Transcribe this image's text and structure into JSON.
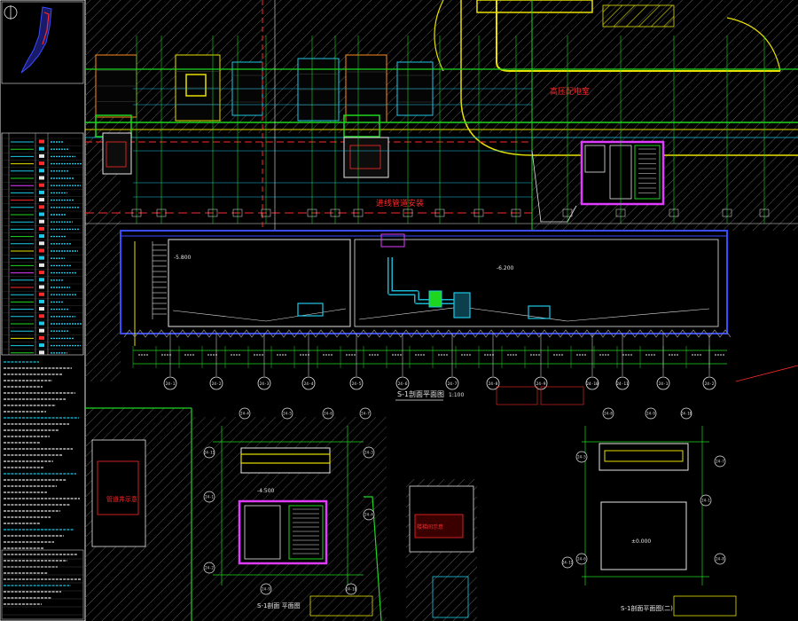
{
  "drawing": {
    "type": "architectural CAD plan",
    "background": "#000000",
    "colors": {
      "yellow": "#e8e000",
      "green": "#1fd61f",
      "cyan": "#1ec8e8",
      "magenta": "#e03cff",
      "red": "#ff2a2a",
      "white": "#e6e6e6",
      "blue": "#3a4cff",
      "orange": "#ff8c1a",
      "grey": "#8a8a8a",
      "hatch": "#6a6a6a"
    },
    "labels": {
      "plan_title_main": "S-1剖面平面图",
      "plan_title_left": "S-1剖面 平面图",
      "plan_title_right": "S-1剖面平面图(二)",
      "scale_main": "1:100",
      "red_note_top": "高压配电室",
      "red_note_mid": "进线管道安装",
      "red_note_left": "管道井示意",
      "red_note_inset": "楼梯间示意",
      "elev_1": "-5.800",
      "elev_2": "-6.200",
      "elev_3": "-4.500",
      "elev_4": "±0.000"
    },
    "axis_tags": [
      "24-1",
      "24-2",
      "24-3",
      "24-4",
      "24-5",
      "24-6",
      "24-7",
      "24-8",
      "24-9",
      "24-10",
      "24-11"
    ]
  }
}
